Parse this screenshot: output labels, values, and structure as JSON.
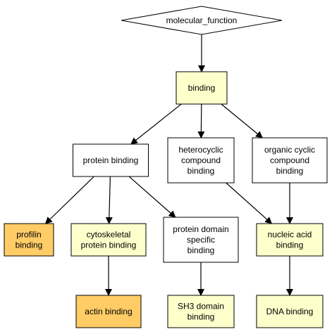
{
  "colors": {
    "white": "#ffffff",
    "light_yellow": "#ffffcc",
    "orange": "#ffcc66",
    "stroke": "#000000"
  },
  "nodes": {
    "molecular_function": {
      "label": [
        "molecular_function"
      ],
      "shape": "diamond",
      "color": "white"
    },
    "binding": {
      "label": [
        "binding"
      ],
      "shape": "box",
      "color": "light_yellow"
    },
    "protein_binding": {
      "label": [
        "protein binding"
      ],
      "shape": "box",
      "color": "white"
    },
    "heterocyclic_compound_binding": {
      "label": [
        "heterocyclic",
        "compound",
        "binding"
      ],
      "shape": "box",
      "color": "white"
    },
    "organic_cyclic_compound_binding": {
      "label": [
        "organic cyclic",
        "compound",
        "binding"
      ],
      "shape": "box",
      "color": "white"
    },
    "profilin_binding": {
      "label": [
        "profilin",
        "binding"
      ],
      "shape": "box",
      "color": "orange"
    },
    "cytoskeletal_protein_binding": {
      "label": [
        "cytoskeletal",
        "protein binding"
      ],
      "shape": "box",
      "color": "light_yellow"
    },
    "protein_domain_specific_binding": {
      "label": [
        "protein domain",
        "specific",
        "binding"
      ],
      "shape": "box",
      "color": "white"
    },
    "nucleic_acid_binding": {
      "label": [
        "nucleic acid",
        "binding"
      ],
      "shape": "box",
      "color": "light_yellow"
    },
    "actin_binding": {
      "label": [
        "actin binding"
      ],
      "shape": "box",
      "color": "orange"
    },
    "sh3_domain_binding": {
      "label": [
        "SH3 domain",
        "binding"
      ],
      "shape": "box",
      "color": "light_yellow"
    },
    "dna_binding": {
      "label": [
        "DNA binding"
      ],
      "shape": "box",
      "color": "light_yellow"
    }
  },
  "edges": [
    {
      "from": "molecular_function",
      "to": "binding"
    },
    {
      "from": "binding",
      "to": "protein_binding"
    },
    {
      "from": "binding",
      "to": "heterocyclic_compound_binding"
    },
    {
      "from": "binding",
      "to": "organic_cyclic_compound_binding"
    },
    {
      "from": "protein_binding",
      "to": "profilin_binding"
    },
    {
      "from": "protein_binding",
      "to": "cytoskeletal_protein_binding"
    },
    {
      "from": "protein_binding",
      "to": "protein_domain_specific_binding"
    },
    {
      "from": "heterocyclic_compound_binding",
      "to": "nucleic_acid_binding"
    },
    {
      "from": "organic_cyclic_compound_binding",
      "to": "nucleic_acid_binding"
    },
    {
      "from": "cytoskeletal_protein_binding",
      "to": "actin_binding"
    },
    {
      "from": "protein_domain_specific_binding",
      "to": "sh3_domain_binding"
    },
    {
      "from": "nucleic_acid_binding",
      "to": "dna_binding"
    }
  ]
}
